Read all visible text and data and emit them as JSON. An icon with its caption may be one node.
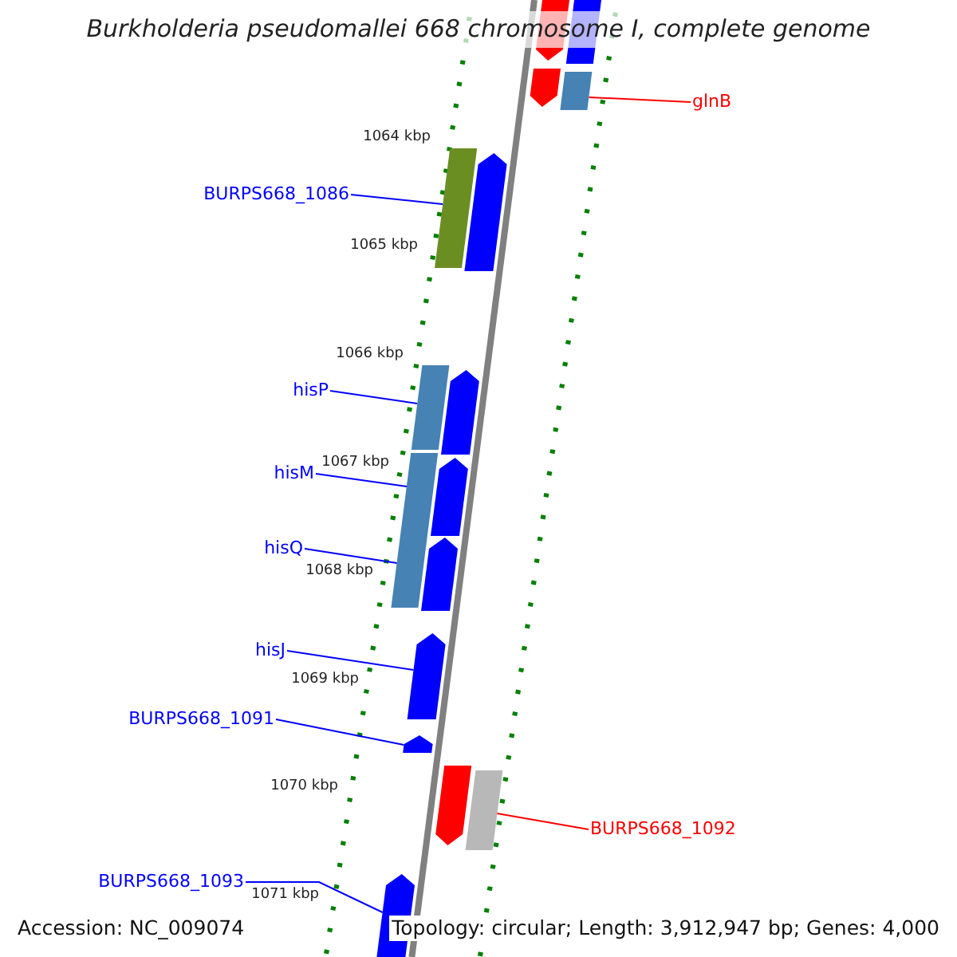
{
  "diagram": {
    "title": "Burkholderia pseudomallei 668 chromosome I, complete genome",
    "nodes": [
      {
        "text": [
          "glnB"
        ]
      },
      {
        "text": [
          "BURPS668_1086"
        ]
      },
      {
        "text": [
          "hisP"
        ]
      },
      {
        "text": [
          "hisM"
        ]
      },
      {
        "text": [
          "hisQ"
        ]
      },
      {
        "text": [
          "hisJ"
        ]
      },
      {
        "text": [
          "BURPS668_1091"
        ]
      },
      {
        "text": [
          "BURPS668_1092"
        ]
      },
      {
        "text": [
          "BURPS668_1093"
        ]
      },
      {
        "text": [],
        "shape": "bar"
      },
      {
        "text": [],
        "shape": "bar"
      },
      {
        "text": [],
        "shape": "bar"
      },
      {
        "text": [],
        "shape": "bar"
      },
      {
        "text": [],
        "shape": "bar"
      },
      {
        "text": [],
        "shape": "arrow"
      },
      {
        "text": [],
        "shape": "arrow"
      },
      {
        "text": [],
        "shape": "bar"
      },
      {
        "text": [],
        "shape": "arrow"
      },
      {
        "text": [],
        "shape": "arrow"
      },
      {
        "text": [],
        "shape": "bar"
      },
      {
        "text": [],
        "shape": "arrow"
      },
      {
        "text": [],
        "shape": "arrow"
      },
      {
        "text": [],
        "shape": "arrow"
      },
      {
        "text": [],
        "shape": "arrow"
      },
      {
        "text": [],
        "shape": "arrow"
      },
      {
        "text": [],
        "shape": "arrow"
      }
    ],
    "edges": [
      {
        "from": 0,
        "to": 9,
        "arrow": "none",
        "color": "#ff0000"
      },
      {
        "from": 1,
        "to": 10,
        "arrow": "none"
      },
      {
        "from": 2,
        "to": 11,
        "arrow": "none"
      },
      {
        "from": 3,
        "to": 12,
        "arrow": "none"
      },
      {
        "from": 4,
        "to": 13,
        "arrow": "none"
      },
      {
        "from": 5,
        "to": 14,
        "arrow": "none"
      },
      {
        "from": 6,
        "to": 15,
        "arrow": "none"
      },
      {
        "from": 7,
        "to": 16,
        "arrow": "none",
        "color": "#ff0000"
      },
      {
        "from": 8,
        "to": 17,
        "arrow": "none"
      }
    ],
    "labels": [
      "1064 kbp",
      "1065 kbp",
      "1066 kbp",
      "1067 kbp",
      "1068 kbp",
      "1069 kbp",
      "1070 kbp",
      "1071 kbp",
      "Accession: NC_009074",
      "Topology: circular; Length: 3,912,947 bp; Genes: 4,000"
    ]
  }
}
